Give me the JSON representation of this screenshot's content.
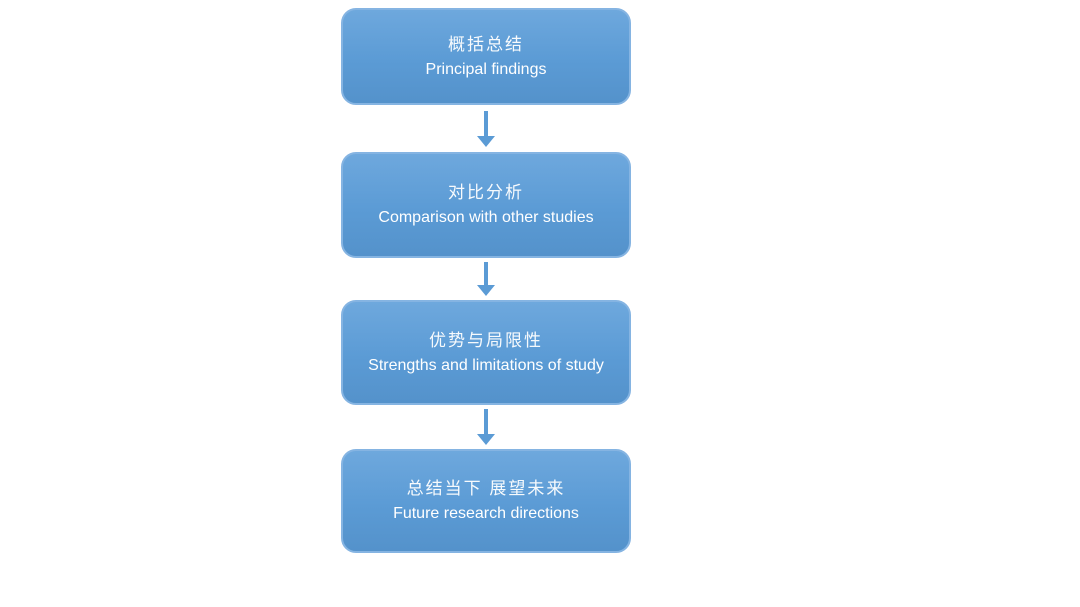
{
  "diagram": {
    "type": "flowchart-vertical",
    "steps": [
      {
        "zh": "概括总结",
        "en": "Principal findings"
      },
      {
        "zh": "对比分析",
        "en": "Comparison with other studies"
      },
      {
        "zh": "优势与局限性",
        "en": "Strengths and limitations of study"
      },
      {
        "zh": "总结当下 展望未来",
        "en": "Future research directions"
      }
    ],
    "colors": {
      "box_fill": "#5b9bd5",
      "box_fill_top": "#6ea8dd",
      "box_border": "#85b4e2",
      "arrow": "#5b9bd5",
      "text": "#ffffff",
      "background": "#ffffff"
    }
  }
}
